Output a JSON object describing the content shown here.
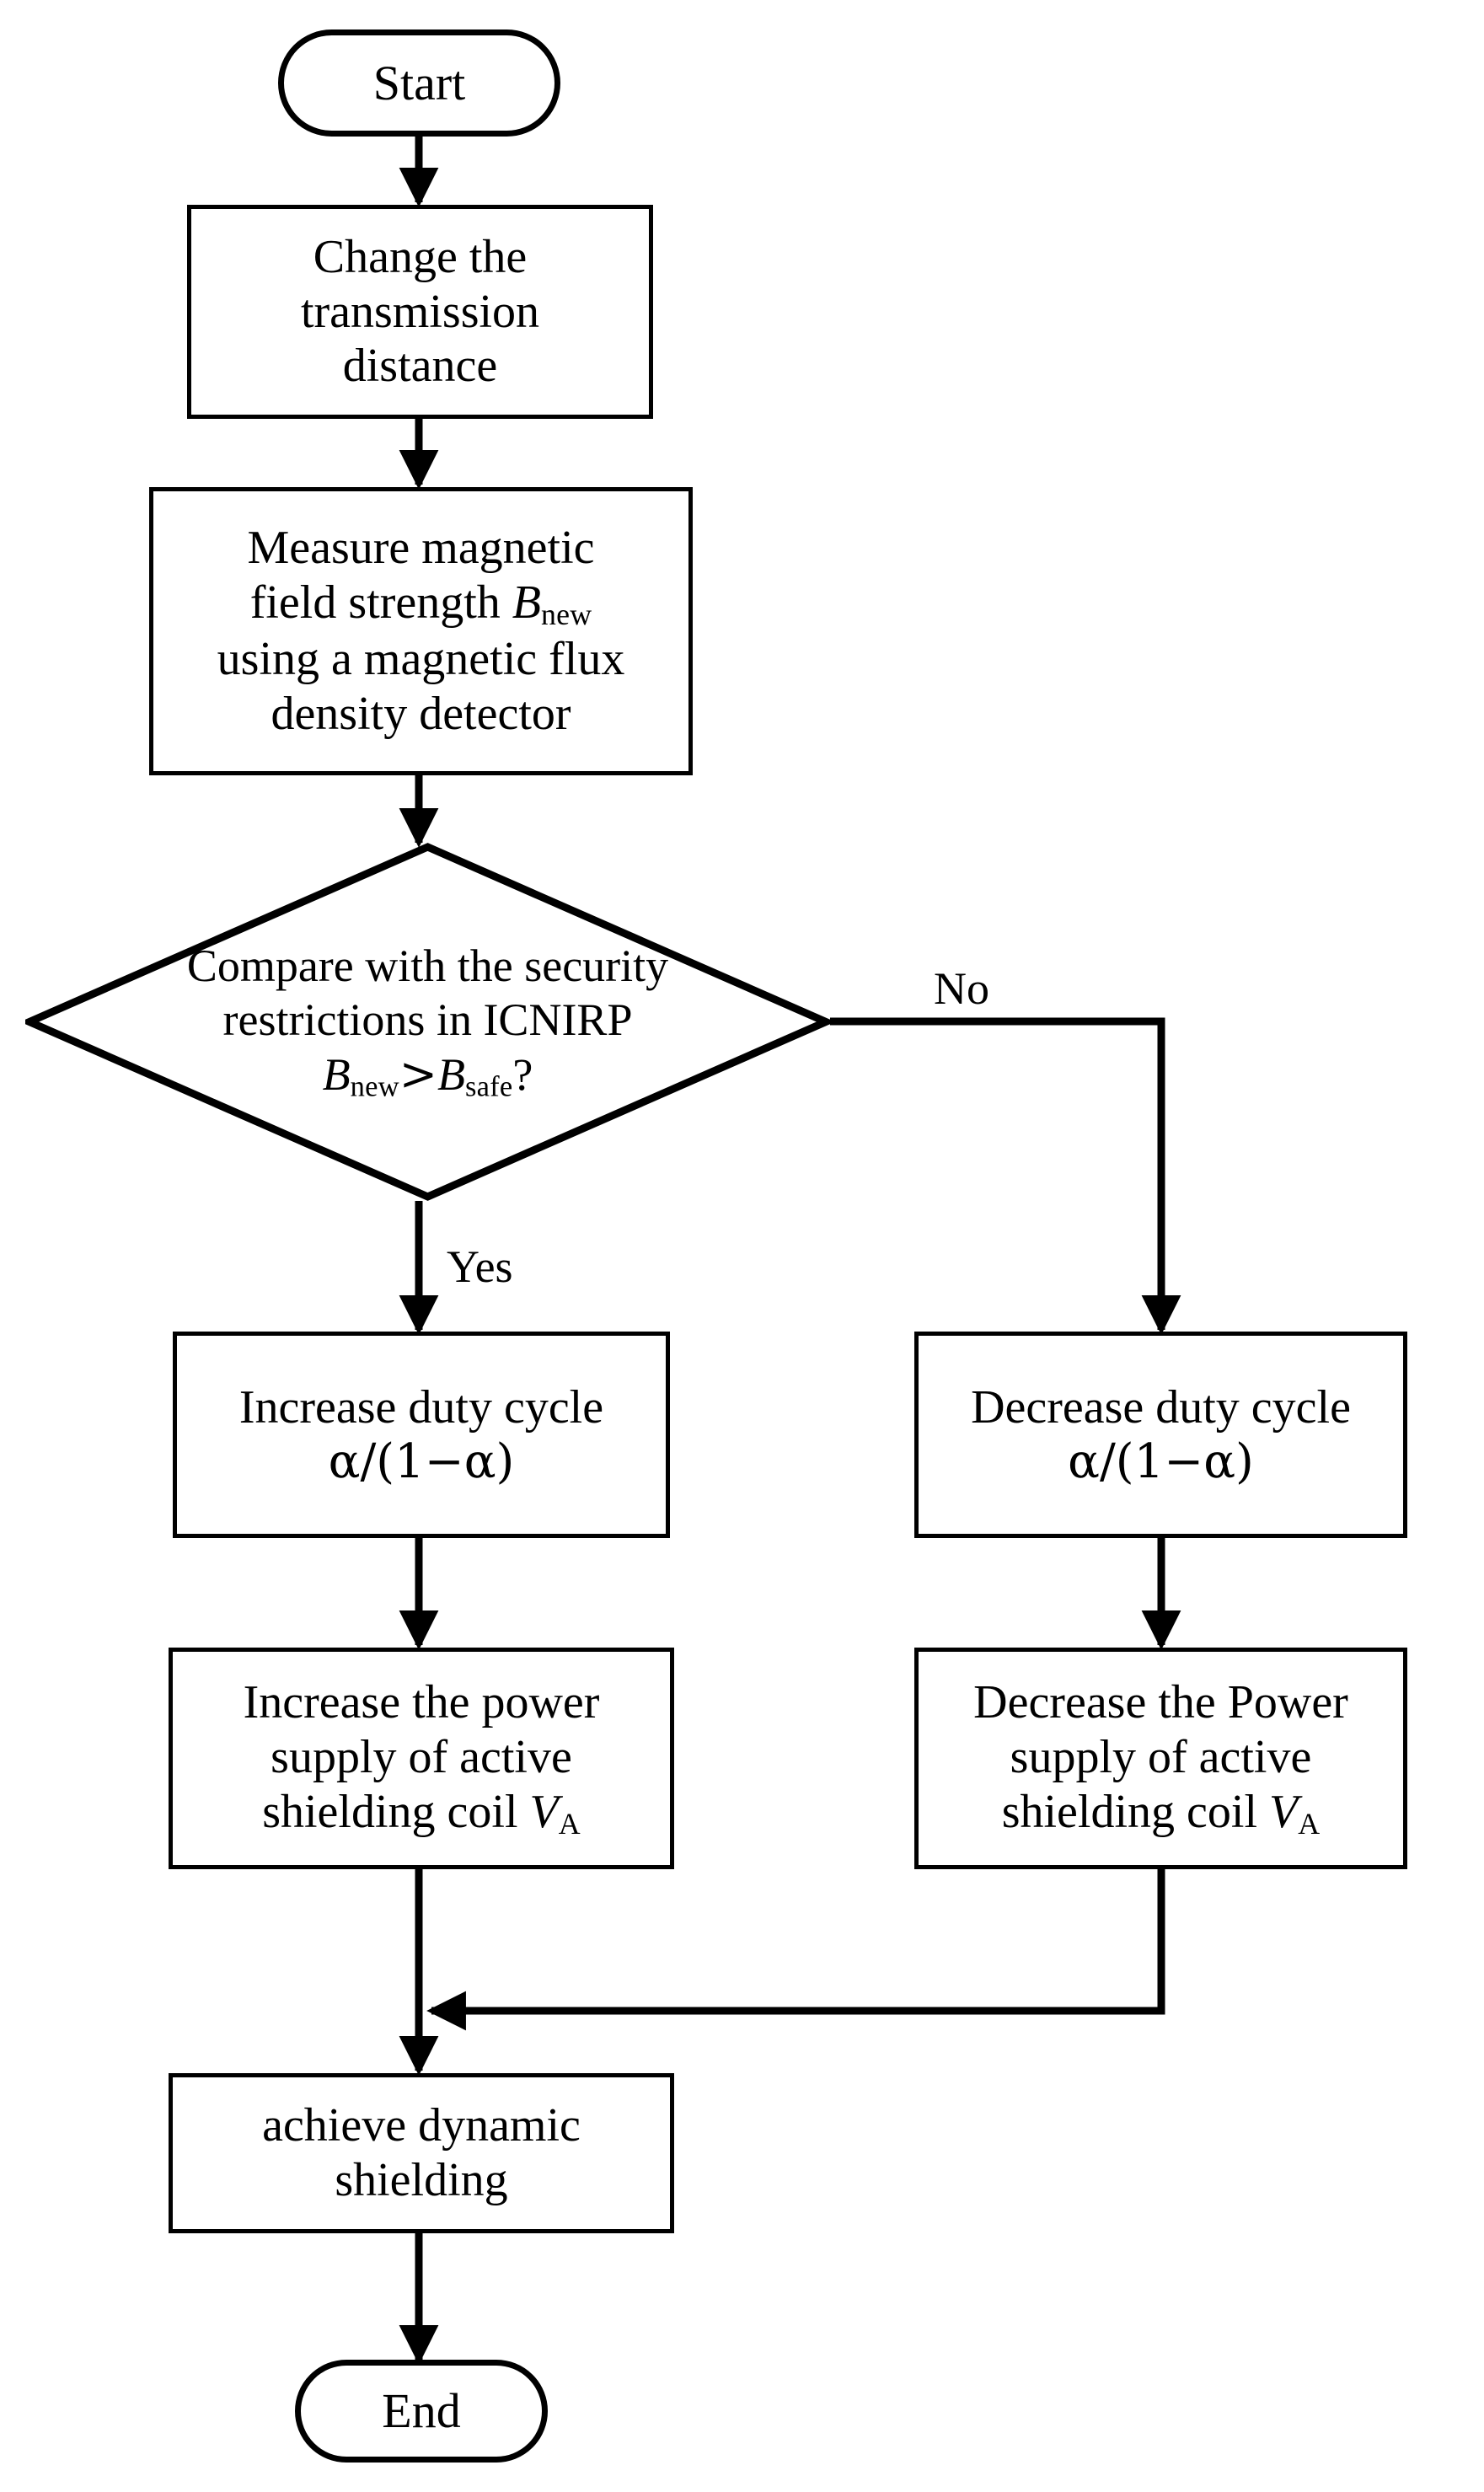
{
  "diagram": {
    "type": "flowchart",
    "title": "Dynamic shielding control flowchart",
    "orientation": "top-to-bottom",
    "stroke_color": "#000000",
    "fill_color": "#ffffff",
    "background": "#ffffff"
  },
  "nodes": {
    "start": {
      "shape": "terminator",
      "label": "Start"
    },
    "change_distance": {
      "shape": "process",
      "line1": "Change the",
      "line2": "transmission",
      "line3": "distance",
      "label": "Change the transmission distance"
    },
    "measure_field": {
      "shape": "process",
      "line1": "Measure magnetic",
      "line2_prefix": "field strength ",
      "line2_var": "B",
      "line2_sub": "new",
      "line3": "using a magnetic flux",
      "line4": "density detector",
      "label": "Measure magnetic field strength Bnew using a magnetic flux density detector"
    },
    "decision": {
      "shape": "diamond",
      "line1": "Compare with the security",
      "line2": "restrictions in ICNIRP",
      "expr_var1": "B",
      "expr_sub1": "new",
      "expr_op": ">",
      "expr_var2": "B",
      "expr_sub2": "safe",
      "expr_qmark": "?",
      "label": "Compare with the security restrictions in ICNIRP Bnew>Bsafe?"
    },
    "increase_duty": {
      "shape": "process",
      "line1": "Increase duty cycle",
      "line2": "α/(1−α)",
      "label": "Increase duty cycle α/(1−α)"
    },
    "decrease_duty": {
      "shape": "process",
      "line1": "Decrease duty cycle",
      "line2": "α/(1−α)",
      "label": "Decrease duty cycle α/(1−α)"
    },
    "increase_power": {
      "shape": "process",
      "line1": "Increase the power",
      "line2": "supply of  active",
      "line3_prefix": "shielding coil ",
      "line3_var": "V",
      "line3_sub": "A",
      "label": "Increase the power supply of active shielding coil VA"
    },
    "decrease_power": {
      "shape": "process",
      "line1": "Decrease the Power",
      "line2": "supply of  active",
      "line3_prefix": "shielding coil ",
      "line3_var": "V",
      "line3_sub": "A",
      "label": "Decrease the Power supply of active shielding coil VA"
    },
    "achieve": {
      "shape": "process",
      "line1": "achieve dynamic",
      "line2": "shielding",
      "label": "achieve dynamic shielding"
    },
    "end": {
      "shape": "terminator",
      "label": "End"
    }
  },
  "edge_labels": {
    "no": "No",
    "yes": "Yes"
  },
  "edges": [
    {
      "from": "start",
      "to": "change_distance",
      "label": ""
    },
    {
      "from": "change_distance",
      "to": "measure_field",
      "label": ""
    },
    {
      "from": "measure_field",
      "to": "decision",
      "label": ""
    },
    {
      "from": "decision",
      "to": "increase_duty",
      "label": "Yes"
    },
    {
      "from": "decision",
      "to": "decrease_duty",
      "label": "No"
    },
    {
      "from": "increase_duty",
      "to": "increase_power",
      "label": ""
    },
    {
      "from": "decrease_duty",
      "to": "decrease_power",
      "label": ""
    },
    {
      "from": "increase_power",
      "to": "achieve",
      "label": ""
    },
    {
      "from": "decrease_power",
      "to": "achieve",
      "label": ""
    },
    {
      "from": "achieve",
      "to": "end",
      "label": ""
    }
  ]
}
